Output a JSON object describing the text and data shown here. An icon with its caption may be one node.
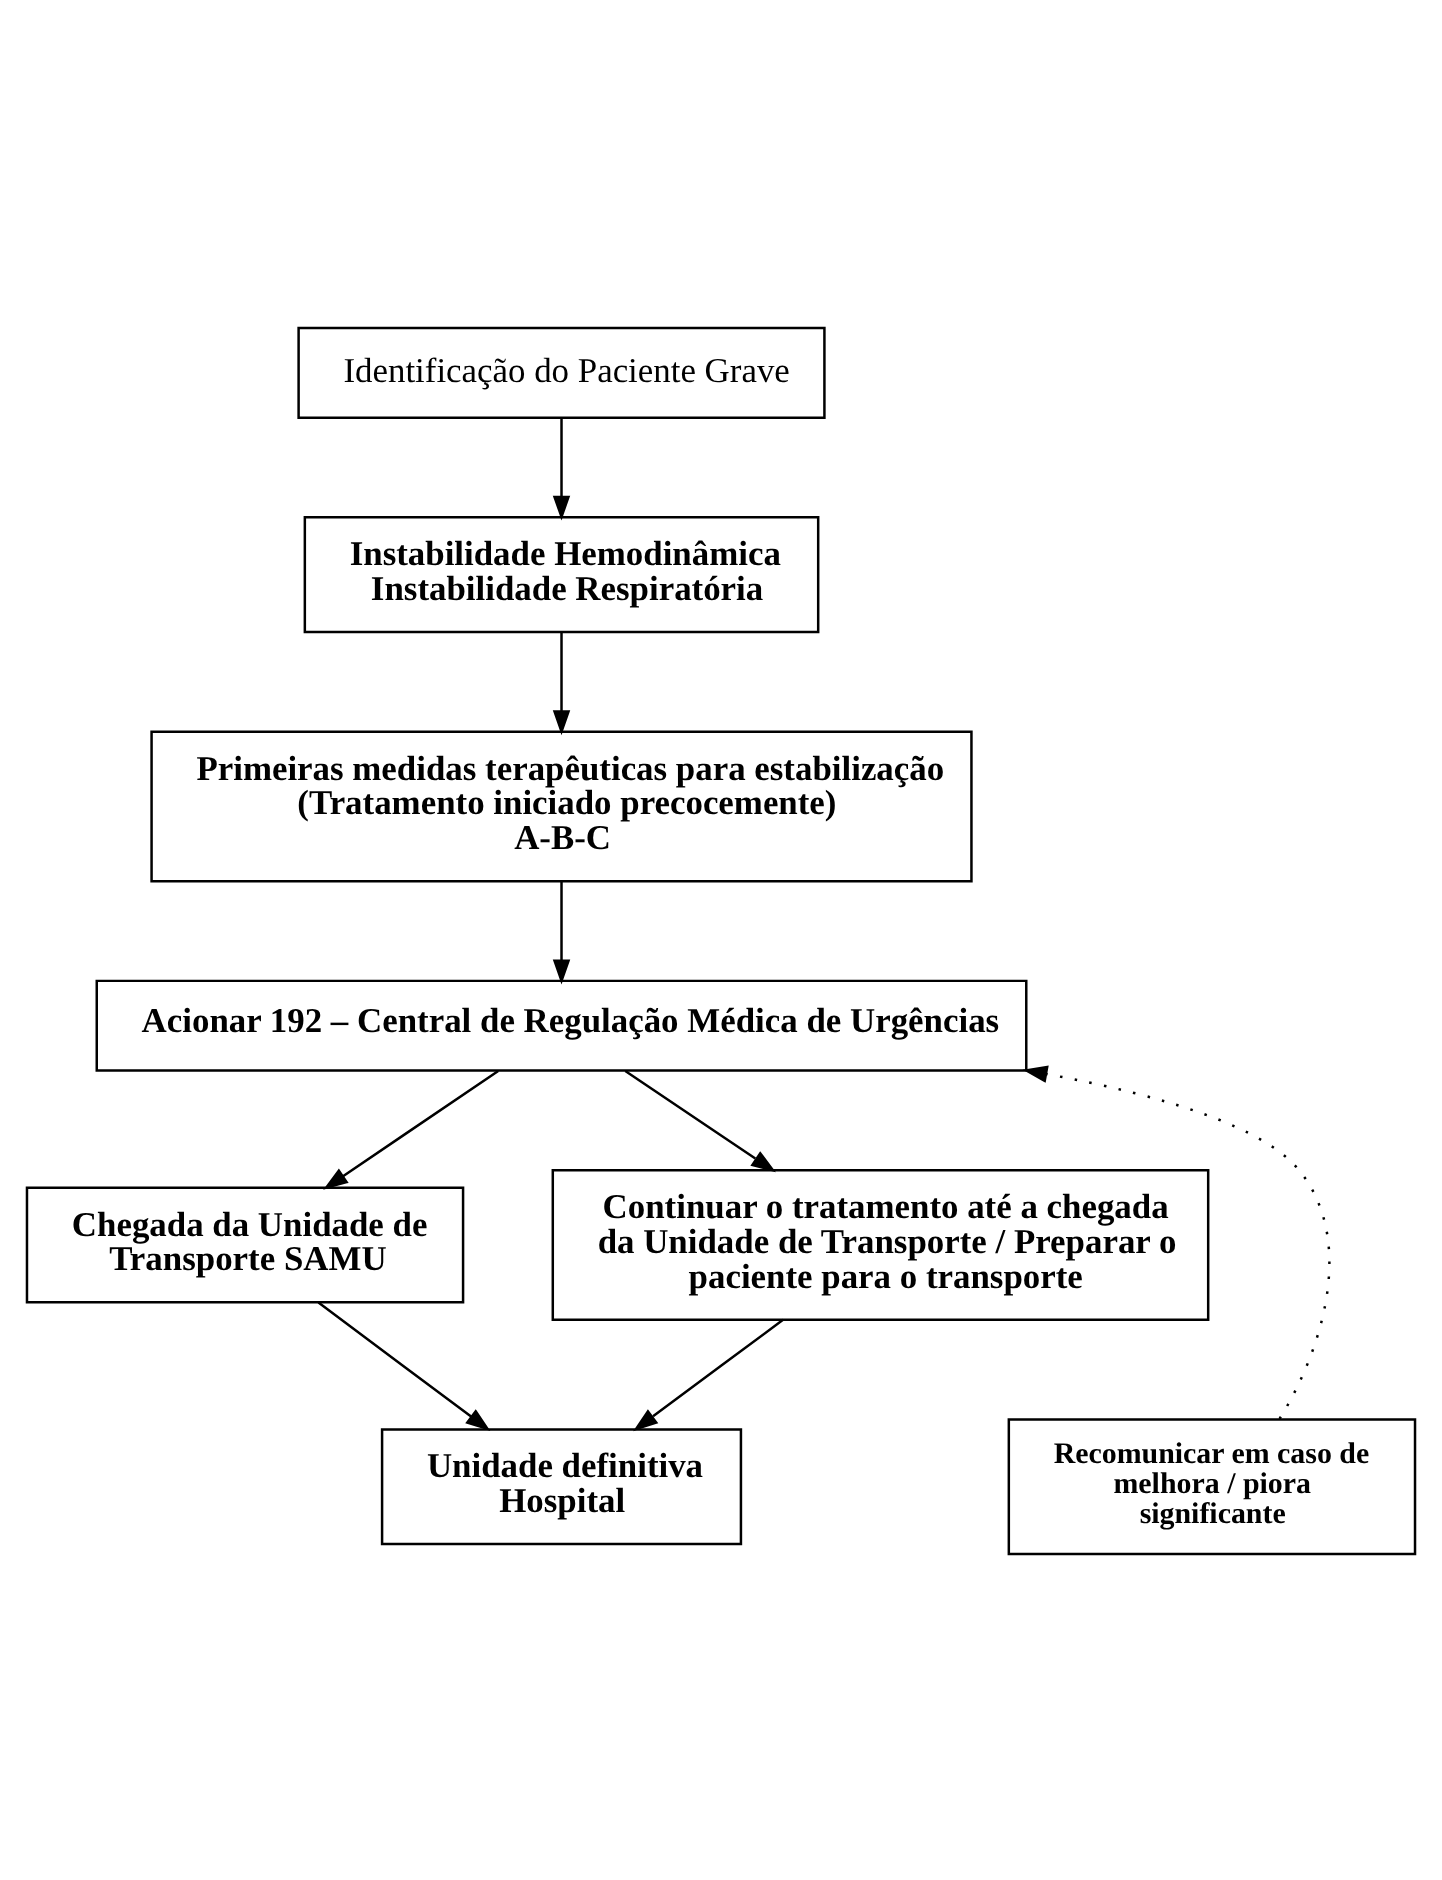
{
  "diagram": {
    "nodes": [
      {
        "text": [
          "Identificação do Paciente Grave"
        ]
      },
      {
        "text": [
          "Instabilidade Hemodinâmica",
          "Instabilidade Respiratória"
        ]
      },
      {
        "text": [
          "Primeiras medidas terapêuticas para estabilização",
          "(Tratamento iniciado precocemente)",
          "A-B-C"
        ]
      },
      {
        "text": [
          "Acionar 192 – Central de Regulação Médica de Urgências"
        ]
      },
      {
        "text": [
          "Chegada da Unidade de Transporte SAMU"
        ]
      },
      {
        "text": [
          "Continuar o tratamento até a chegada da Unidade de Transporte / Preparar o paciente para o transporte"
        ]
      },
      {
        "text": [
          "Recomunicar em caso de melhora / piora significante"
        ]
      },
      {
        "text": [
          "Unidade definitiva",
          "Hospital"
        ]
      }
    ],
    "edges": [
      {
        "from": 0,
        "to": 1,
        "arrow": "to"
      },
      {
        "from": 1,
        "to": 2,
        "arrow": "to"
      },
      {
        "from": 2,
        "to": 3,
        "arrow": "to"
      },
      {
        "from": 3,
        "to": 4,
        "arrow": "to"
      },
      {
        "from": 3,
        "to": 5,
        "arrow": "to"
      },
      {
        "from": 6,
        "to": 3,
        "arrow": "to",
        "style": "dashed"
      },
      {
        "from": 4,
        "to": 7,
        "arrow": "to"
      },
      {
        "from": 5,
        "to": 7,
        "arrow": "to"
      }
    ]
  }
}
